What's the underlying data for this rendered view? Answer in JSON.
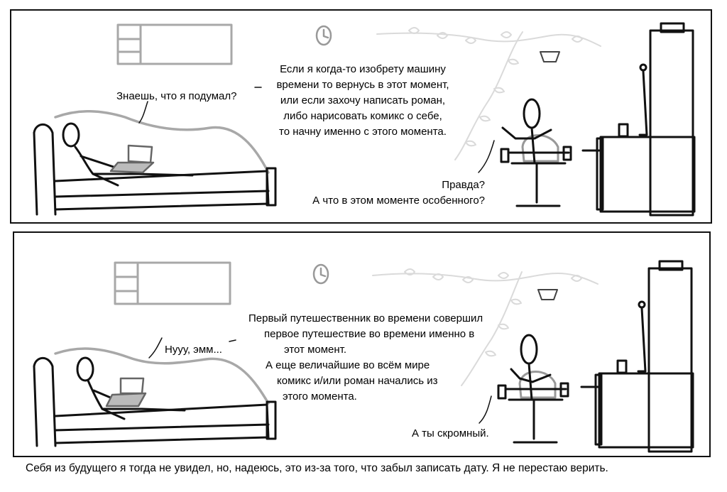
{
  "panels": [
    {
      "left_speech": "Знаешь, что я подумал?",
      "center_speech": [
        "Если я когда-то изобрету машину",
        "времени то вернусь в этот момент,",
        "или если захочу написать роман,",
        "либо нарисовать комикс о себе,",
        "то начну именно с этого момента."
      ],
      "right_speech": [
        "Правда?",
        "А что в этом моменте особенного?"
      ]
    },
    {
      "left_speech": "Нууу, эмм...",
      "center_speech": [
        "Первый путешественник во времени совершил",
        "первое путешествие во времени именно в",
        "этот момент.",
        "А еще величайшие во всём мире",
        "комикс и/или роман начались из",
        "этого момента."
      ],
      "right_speech": [
        "А ты скромный."
      ]
    }
  ],
  "caption": "Себя из будущего я тогда не увидел, но, надеюсь, это из-за того, что забыл записать дату. Я не перестаю верить.",
  "colors": {
    "ink": "#111111",
    "gray_line": "#a8a8a8",
    "vine": "#dadada"
  }
}
